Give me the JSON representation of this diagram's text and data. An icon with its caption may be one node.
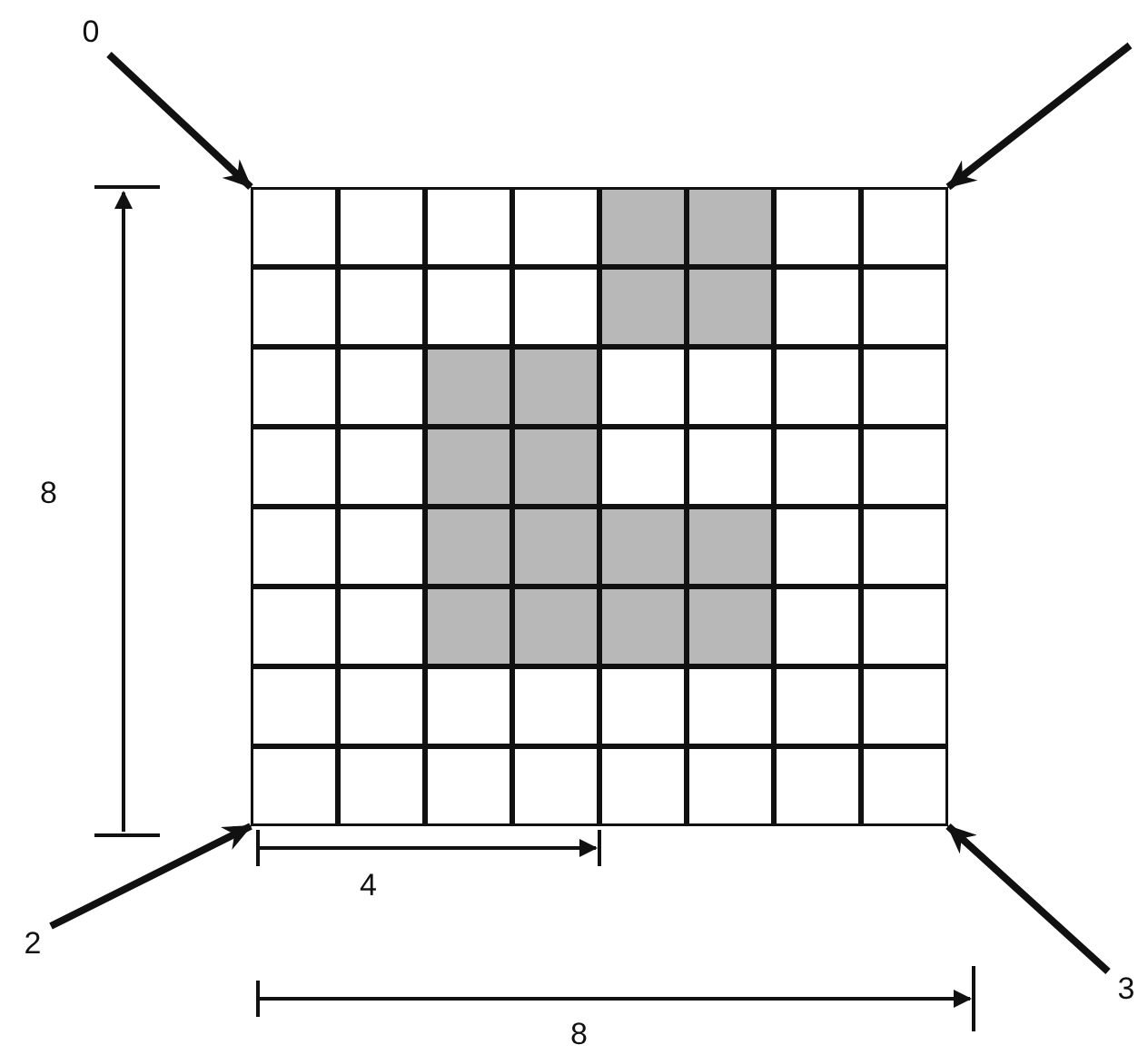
{
  "diagram": {
    "nodes": [
      {
        "text": [
          "0"
        ]
      },
      {
        "text": [],
        "shape": "box"
      },
      {
        "text": [
          "2"
        ]
      },
      {
        "text": [
          "3"
        ]
      }
    ],
    "edges": [
      {
        "from": 0,
        "to": 1,
        "arrow": "to"
      },
      {
        "from": null,
        "to": 1,
        "arrow": "to"
      },
      {
        "from": 2,
        "to": 1,
        "arrow": "to"
      },
      {
        "from": 3,
        "to": 1,
        "arrow": "to"
      }
    ],
    "labels": [
      "8",
      "4",
      "8"
    ]
  }
}
